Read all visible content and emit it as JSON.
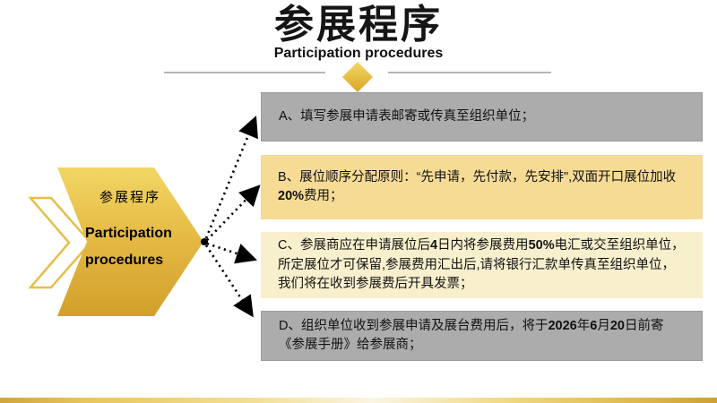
{
  "title": {
    "zh": "参展程序",
    "en": "Participation procedures"
  },
  "arrow_label": {
    "zh": "参展程序",
    "en_line1": "Participation",
    "en_line2": "procedures"
  },
  "colors": {
    "c-gray-box": "#ACACAC",
    "c-gray-border": "#9a9a9a",
    "c-gold-box": "#F6DB95",
    "c-cream-box": "#F8EFCD",
    "c-line": "#B5B5B5",
    "gold-dark": "#D2A02B",
    "gold-mid": "#E5BB45",
    "gold-light": "#F2D765"
  },
  "boxes": [
    {
      "id": "A",
      "variant": "gray",
      "segments": [
        {
          "text": "A、填写参展申请表邮寄或传真至组织单位；",
          "bold": false
        }
      ]
    },
    {
      "id": "B",
      "variant": "gold",
      "segments": [
        {
          "text": "B、展位顺序分配原则：“先申请，先付款，先安排\",双面开口展位加收",
          "bold": false
        },
        {
          "text": "20%",
          "bold": true
        },
        {
          "text": "费用；",
          "bold": false
        }
      ]
    },
    {
      "id": "C",
      "variant": "cream",
      "segments": [
        {
          "text": "C、参展商应在申请展位后",
          "bold": false
        },
        {
          "text": "4",
          "bold": true
        },
        {
          "text": "日内将参展费用",
          "bold": false
        },
        {
          "text": "50%",
          "bold": true
        },
        {
          "text": "电汇或交至组织单位，所定展位才可保留,参展费用汇出后,请将银行汇款单传真至组织单位，我们将在收到参展费后开具发票；",
          "bold": false
        }
      ]
    },
    {
      "id": "D",
      "variant": "gray",
      "segments": [
        {
          "text": "D、组织单位收到参展申请及展台费用后，将于",
          "bold": false
        },
        {
          "text": "2026",
          "bold": true
        },
        {
          "text": "年",
          "bold": false
        },
        {
          "text": "6",
          "bold": true
        },
        {
          "text": "月",
          "bold": false
        },
        {
          "text": "20",
          "bold": true
        },
        {
          "text": "日前寄《参展手册》给参展商；",
          "bold": false
        }
      ]
    }
  ]
}
